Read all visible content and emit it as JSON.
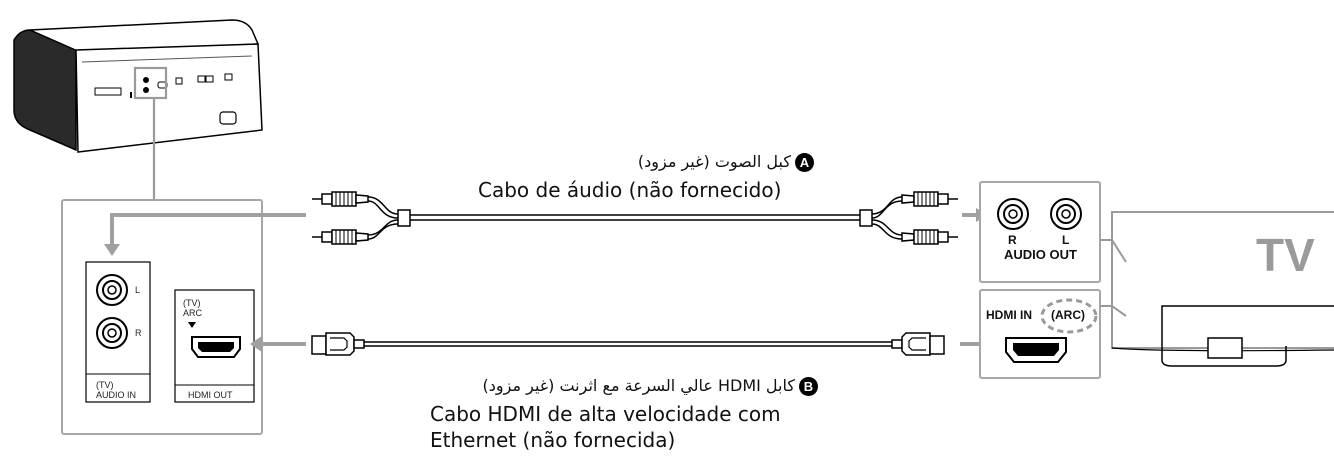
{
  "cable_a": {
    "badge": "A",
    "label_ar": "كبل الصوت (غير مزود)",
    "label_pt": "Cabo de áudio (não fornecido)"
  },
  "cable_b": {
    "badge": "B",
    "label_ar": "كابل HDMI عالي السرعة مع اثرنت (غير مزود)",
    "label_pt_line1": "Cabo HDMI de alta velocidade com",
    "label_pt_line2": "Ethernet (não fornecida)"
  },
  "unit_panel": {
    "audio_in_jack_l": "L",
    "audio_in_jack_r": "R",
    "audio_in_caption_line1": "(TV)",
    "audio_in_caption_line2": "AUDIO IN",
    "hdmi_out_top_line1": "(TV)",
    "hdmi_out_top_line2": "ARC",
    "hdmi_out_caption": "HDMI OUT"
  },
  "tv_panel": {
    "audio_out_jack_r": "R",
    "audio_out_jack_l": "L",
    "audio_out_caption": "AUDIO OUT",
    "hdmi_in_label": "HDMI IN",
    "arc_label": "(ARC)"
  },
  "tv": {
    "label": "TV"
  },
  "colors": {
    "line": "#000000",
    "callout_gray": "#9a9a9a",
    "arrow_gray": "#a0a0a0",
    "panel_border": "#a6a6a6"
  }
}
